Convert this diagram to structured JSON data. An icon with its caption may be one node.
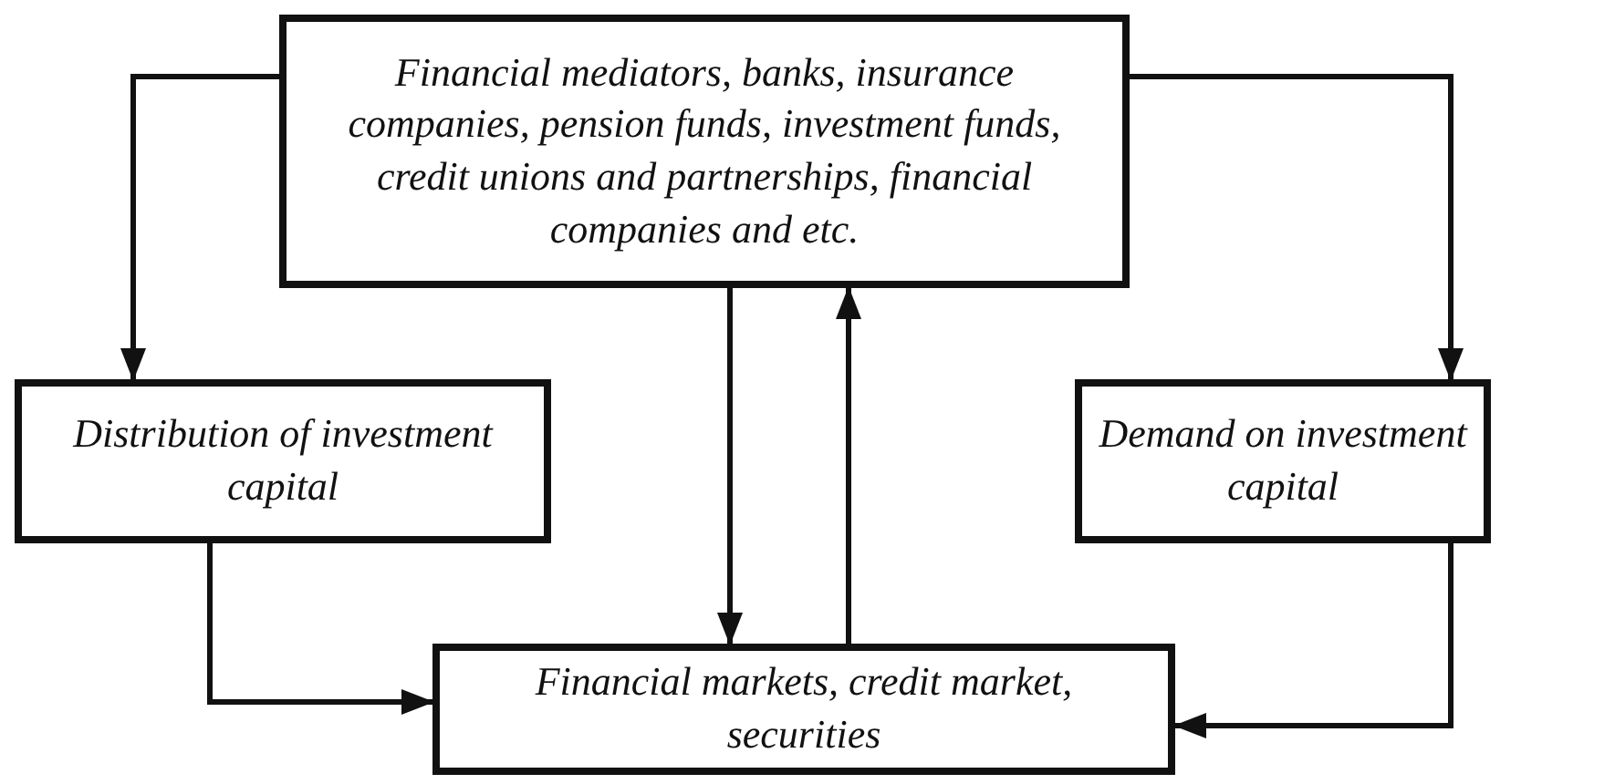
{
  "diagram": {
    "nodes": [
      {
        "text": [
          "Financial mediators, banks, insurance companies, pension funds, investment funds, credit unions and partnerships, financial companies and etc."
        ]
      },
      {
        "text": [
          "Distribution of investment capital"
        ]
      },
      {
        "text": [
          "Demand on investment capital"
        ]
      },
      {
        "text": [
          "Financial markets, credit market, securities"
        ]
      }
    ],
    "edges": [
      {
        "from": 0,
        "to": 1,
        "arrow": "to"
      },
      {
        "from": 0,
        "to": 2,
        "arrow": "to"
      },
      {
        "from": 0,
        "to": 3,
        "arrow": "to"
      },
      {
        "from": 3,
        "to": 0,
        "arrow": "to"
      },
      {
        "from": 1,
        "to": 3,
        "arrow": "to"
      },
      {
        "from": 2,
        "to": 3,
        "arrow": "to"
      }
    ]
  }
}
